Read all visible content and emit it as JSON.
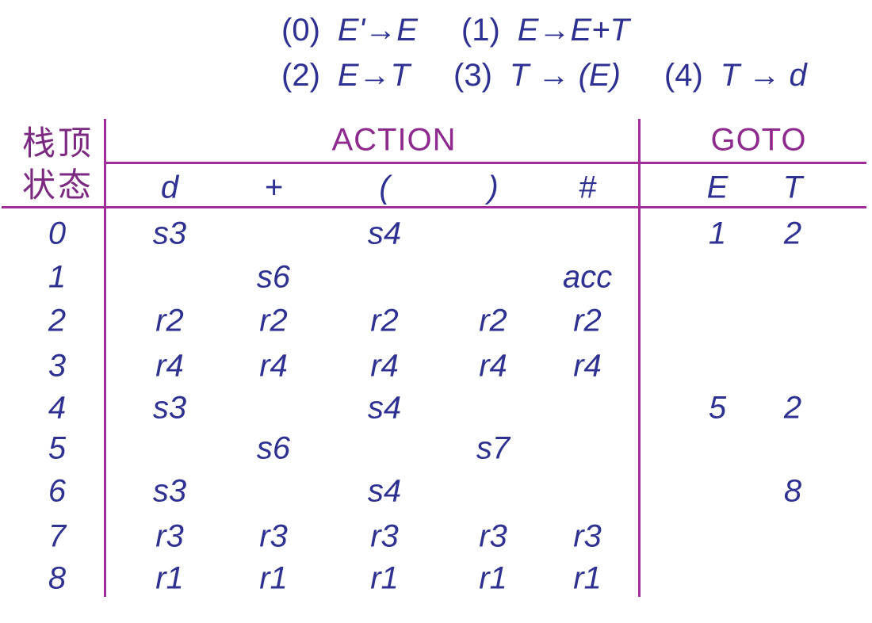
{
  "grammar": {
    "line1": [
      {
        "index": "(0)",
        "rule": "E'→E"
      },
      {
        "index": "(1)",
        "rule": "E→E+T"
      }
    ],
    "line2": [
      {
        "index": "(2)",
        "rule": "E→T"
      },
      {
        "index": "(3)",
        "rule": "T → (E)"
      },
      {
        "index": "(4)",
        "rule": "T → d"
      }
    ]
  },
  "table": {
    "corner_label_line1": "栈顶",
    "corner_label_line2": "状态",
    "action_header": "ACTION",
    "goto_header": "GOTO",
    "action_columns": [
      "d",
      "+",
      "(",
      ")",
      "#"
    ],
    "goto_columns": [
      "E",
      "T"
    ],
    "rows": [
      {
        "state": "0",
        "action": [
          "s3",
          "",
          "s4",
          "",
          ""
        ],
        "goto": [
          "1",
          "2"
        ]
      },
      {
        "state": "1",
        "action": [
          "",
          "s6",
          "",
          "",
          "acc"
        ],
        "goto": [
          "",
          ""
        ]
      },
      {
        "state": "2",
        "action": [
          "r2",
          "r2",
          "r2",
          "r2",
          "r2"
        ],
        "goto": [
          "",
          ""
        ]
      },
      {
        "state": "3",
        "action": [
          "r4",
          "r4",
          "r4",
          "r4",
          "r4"
        ],
        "goto": [
          "",
          ""
        ]
      },
      {
        "state": "4",
        "action": [
          "s3",
          "",
          "s4",
          "",
          ""
        ],
        "goto": [
          "5",
          "2"
        ]
      },
      {
        "state": "5",
        "action": [
          "",
          "s6",
          "",
          "s7",
          ""
        ],
        "goto": [
          "",
          ""
        ]
      },
      {
        "state": "6",
        "action": [
          "s3",
          "",
          "s4",
          "",
          ""
        ],
        "goto": [
          "",
          "8"
        ]
      },
      {
        "state": "7",
        "action": [
          "r3",
          "r3",
          "r3",
          "r3",
          "r3"
        ],
        "goto": [
          "",
          ""
        ]
      },
      {
        "state": "8",
        "action": [
          "r1",
          "r1",
          "r1",
          "r1",
          "r1"
        ],
        "goto": [
          "",
          ""
        ]
      }
    ]
  },
  "colors": {
    "text_blue": "#2e3192",
    "header_purple": "#8e2a8d",
    "cjk_purple": "#7b2981",
    "line_purple": "#a12d9b",
    "background": "#ffffff"
  }
}
